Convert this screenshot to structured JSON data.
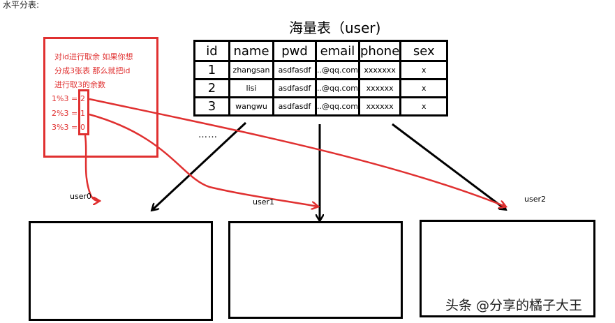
{
  "header": {
    "corner_label": "水平分表:"
  },
  "diagram": {
    "title": "海量表（user)",
    "note_lines": [
      "对id进行取余 如果你想",
      "分成3张表 那么就把id",
      "进行取3的余数"
    ],
    "mod_rows": [
      {
        "expr": "1%3  =",
        "result": "2"
      },
      {
        "expr": "2%3  =",
        "result": "1"
      },
      {
        "expr": "3%3  =",
        "result": "0"
      }
    ],
    "table": {
      "columns": [
        "id",
        "name",
        "pwd",
        "email",
        "phone",
        "sex"
      ],
      "rows": [
        [
          "1",
          "zhangsan",
          "asdfasdf",
          "..@qq.com",
          "xxxxxxx",
          "x"
        ],
        [
          "2",
          "lisi",
          "asdfasdf",
          "..@qq.com",
          "xxxxxx",
          "x"
        ],
        [
          "3",
          "wangwu",
          "asdfasdf",
          "..@qq.com",
          "xxxxxx",
          "x"
        ]
      ]
    },
    "ellipsis": "……",
    "shards": [
      {
        "label": "user0"
      },
      {
        "label": "user1"
      },
      {
        "label": "user2"
      }
    ],
    "colors": {
      "annotation": "#e03030",
      "ink": "#000000"
    }
  },
  "watermark": {
    "text": "头条 @分享的橘子大王"
  }
}
